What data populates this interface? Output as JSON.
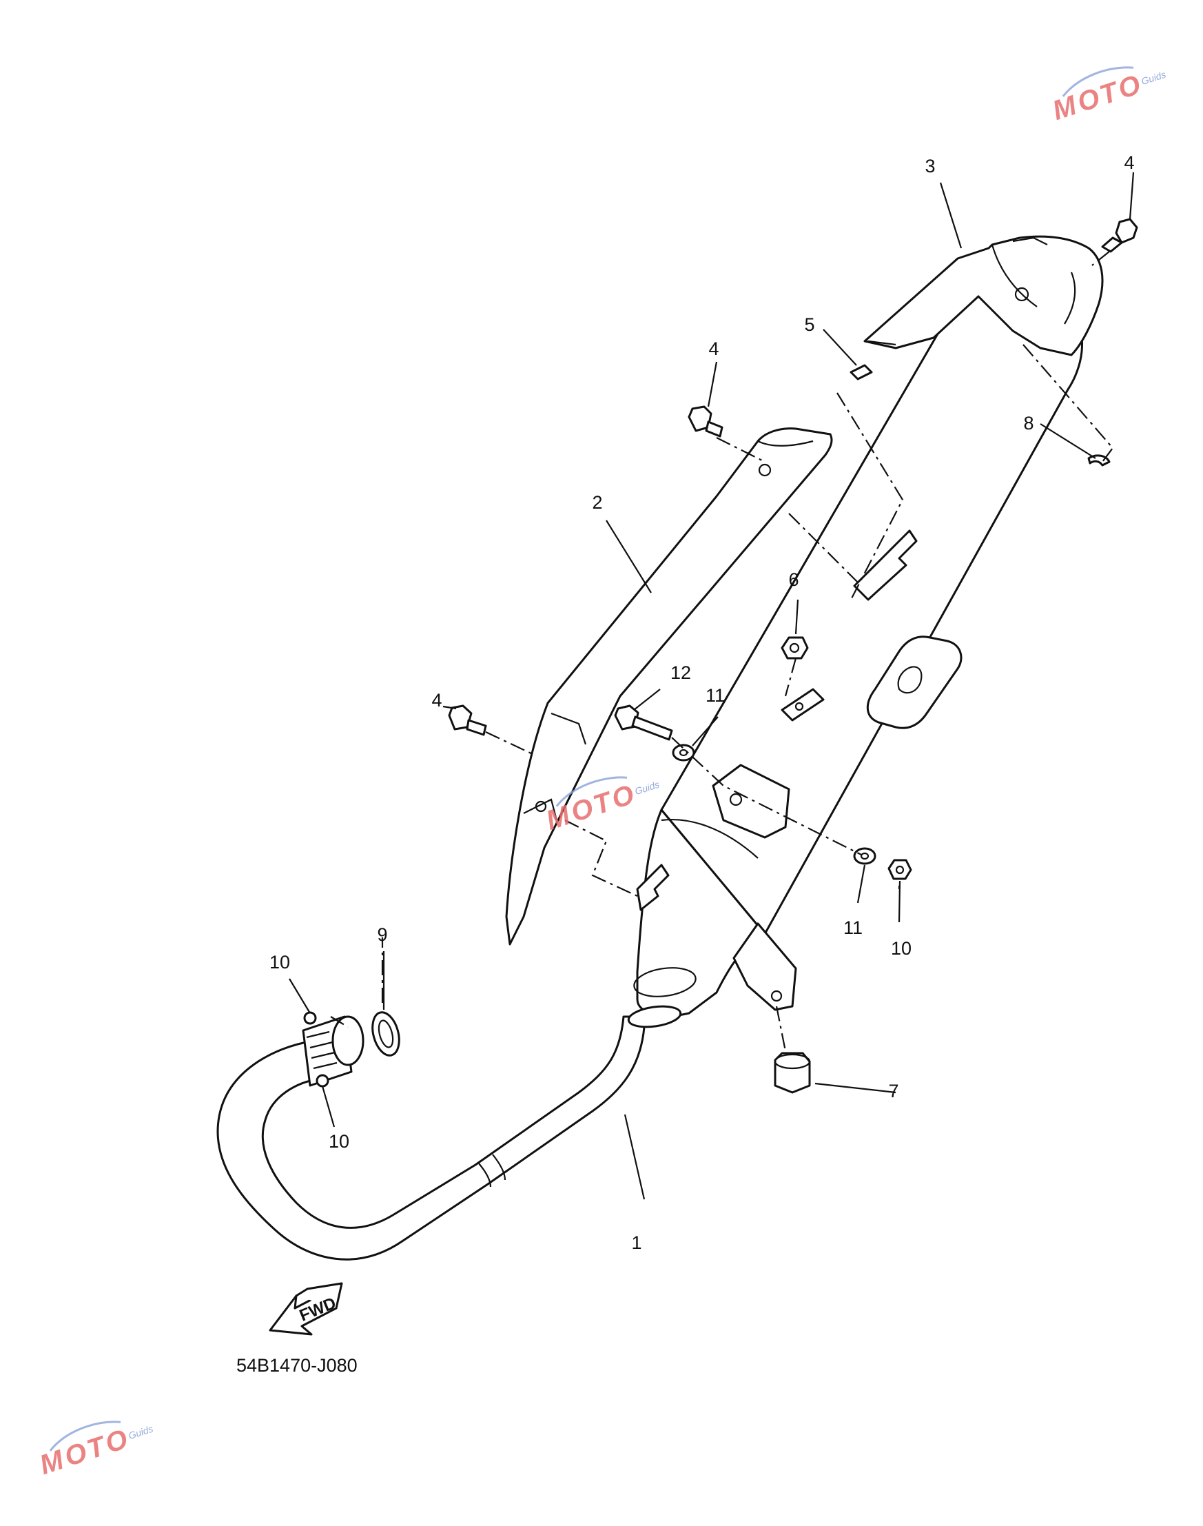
{
  "diagram": {
    "code": "54B1470-J080",
    "fwd_label": "FWD",
    "callouts": [
      {
        "id": "c1",
        "label": "1"
      },
      {
        "id": "c2",
        "label": "2"
      },
      {
        "id": "c3",
        "label": "3"
      },
      {
        "id": "c4a",
        "label": "4"
      },
      {
        "id": "c4b",
        "label": "4"
      },
      {
        "id": "c4c",
        "label": "4"
      },
      {
        "id": "c5",
        "label": "5"
      },
      {
        "id": "c6",
        "label": "6"
      },
      {
        "id": "c7",
        "label": "7"
      },
      {
        "id": "c8",
        "label": "8"
      },
      {
        "id": "c9",
        "label": "9"
      },
      {
        "id": "c10a",
        "label": "10"
      },
      {
        "id": "c10b",
        "label": "10"
      },
      {
        "id": "c10c",
        "label": "10"
      },
      {
        "id": "c11a",
        "label": "11"
      },
      {
        "id": "c11b",
        "label": "11"
      },
      {
        "id": "c12",
        "label": "12"
      }
    ]
  },
  "watermark": {
    "letters": [
      "M",
      "O",
      "T",
      "O"
    ],
    "sub_text": "Guids"
  }
}
